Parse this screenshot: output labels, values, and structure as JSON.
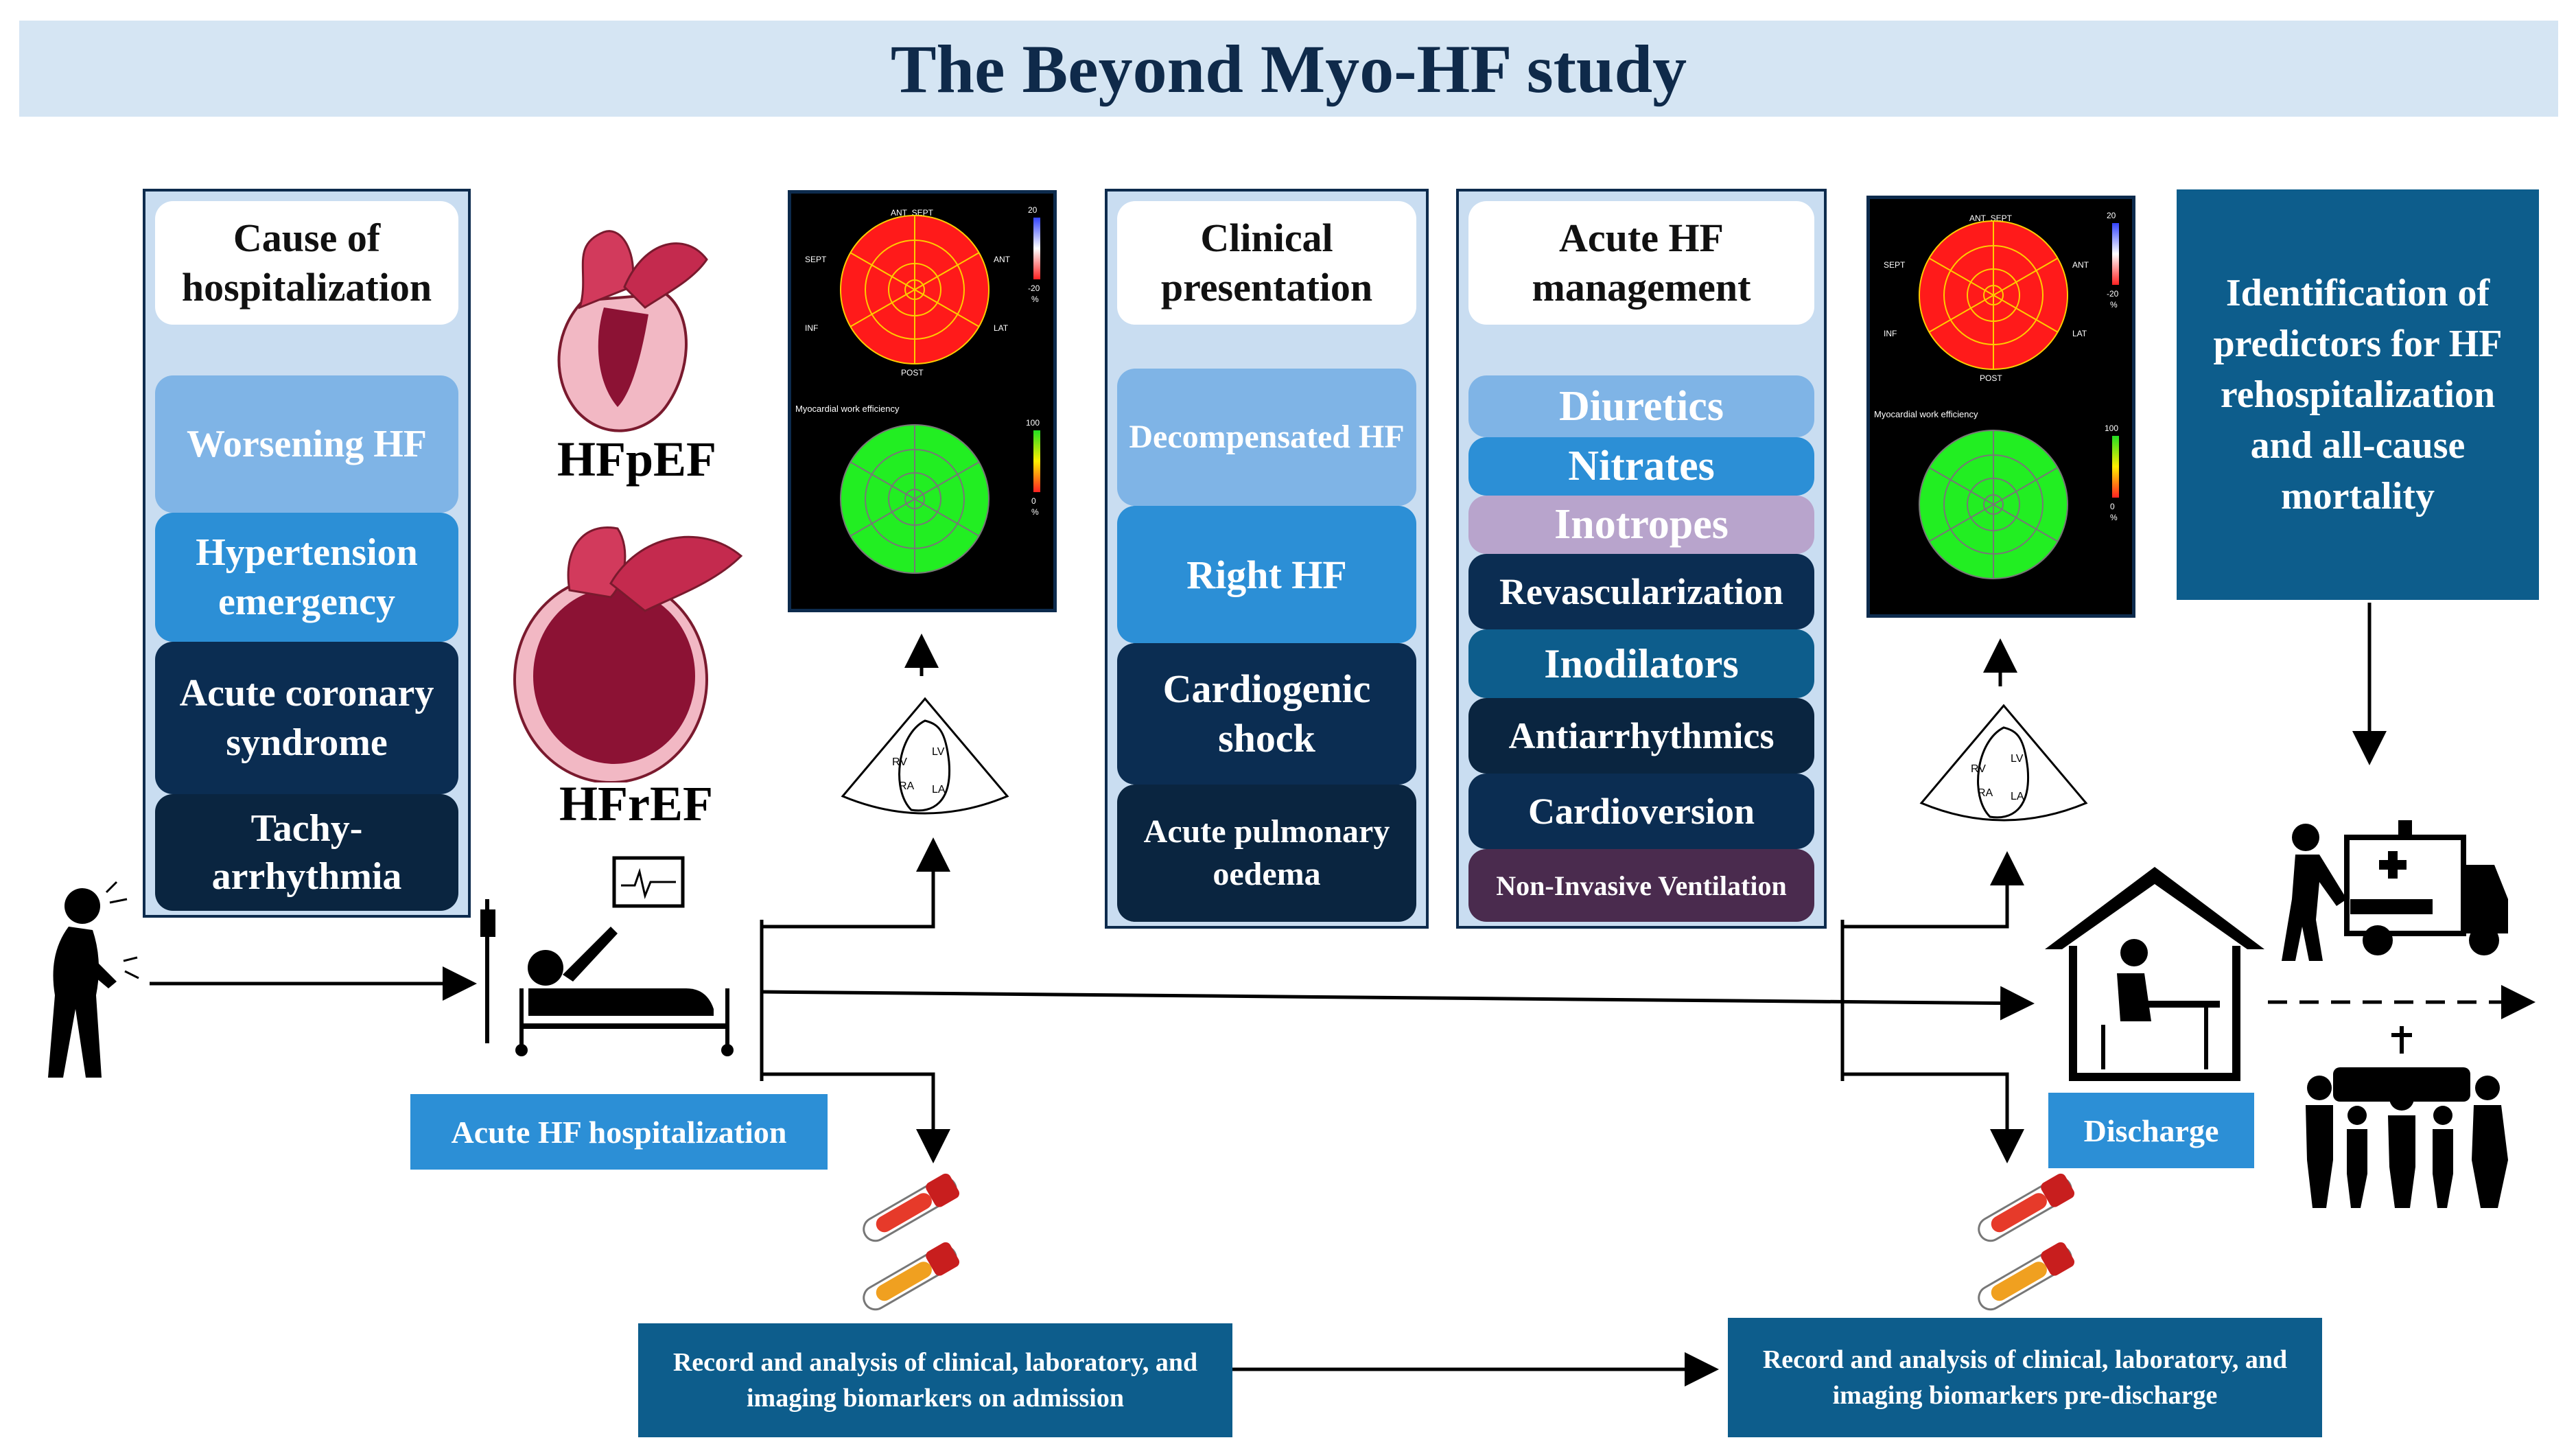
{
  "title": "The Beyond Myo-HF study",
  "cause_panel": {
    "heading": "Cause of hospitalization",
    "items": [
      "Worsening HF",
      "Hypertension emergency",
      "Acute coronary syndrome",
      "Tachy-arrhythmia"
    ]
  },
  "hf_types": {
    "preserved": "HFpEF",
    "reduced": "HFrEF"
  },
  "clinical_panel": {
    "heading": "Clinical presentation",
    "items": [
      "Decompensated HF",
      "Right HF",
      "Cardiogenic shock",
      "Acute pulmonary oedema"
    ]
  },
  "management_panel": {
    "heading": "Acute HF management",
    "items": [
      "Diuretics",
      "Nitrates",
      "Inotropes",
      "Revascularization",
      "Inodilators",
      "Antiarrhythmics",
      "Cardioversion",
      "Non-Invasive Ventilation"
    ]
  },
  "outcome_box": "Identification of predictors for HF rehospitalization and all-cause mortality",
  "admission_label": "Acute HF hospitalization",
  "discharge_label": "Discharge",
  "record_admission": "Record and analysis of clinical, laboratory, and imaging biomarkers on admission",
  "record_discharge": "Record and analysis of clinical, laboratory, and imaging biomarkers pre-discharge",
  "bullseye": {
    "segment_labels": [
      "ANT_SEPT",
      "ANT",
      "LAT",
      "POST",
      "INF",
      "SEPT"
    ],
    "strain_scale": [
      "20",
      "-20",
      "%"
    ],
    "efficiency_title": "Myocardial work efficiency",
    "efficiency_scale": [
      "100",
      "0",
      "%"
    ]
  },
  "echo_labels": [
    "LV",
    "RV",
    "RA",
    "LA"
  ],
  "colors": {
    "dark_navy": "#0d2b4d",
    "panel_bg": "#c9ddf1",
    "light_blue": "#7fb4e6",
    "mid_blue": "#2c8fd6",
    "deep_blue": "#0d5d8c",
    "navy": "#0b2d52",
    "lavender": "#b8a4cc",
    "plum": "#4a2b4e"
  }
}
